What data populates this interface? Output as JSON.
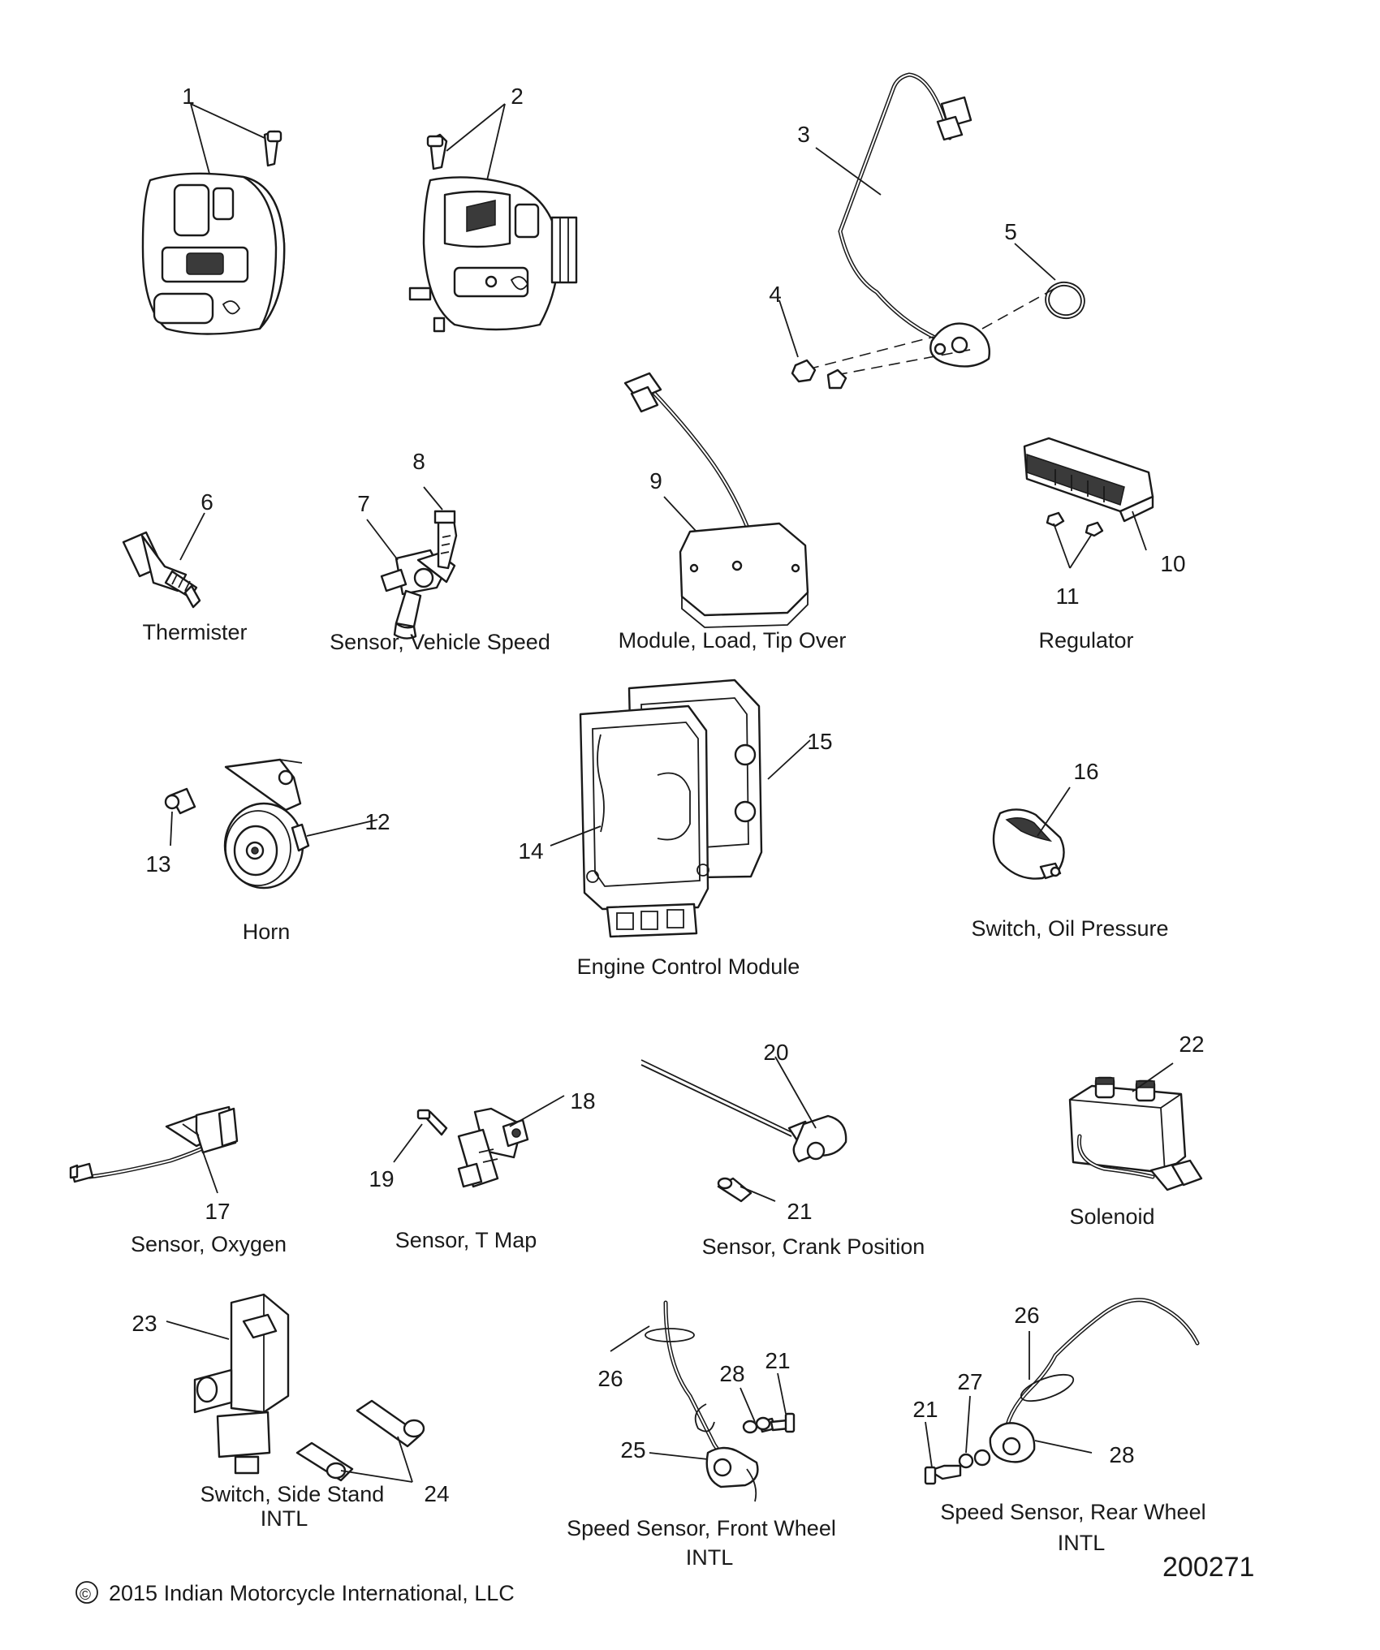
{
  "callouts": [
    "1",
    "2",
    "3",
    "4",
    "5",
    "6",
    "7",
    "8",
    "9",
    "10",
    "11",
    "12",
    "13",
    "14",
    "15",
    "16",
    "17",
    "18",
    "19",
    "20",
    "21",
    "22",
    "23",
    "24",
    "25",
    "26",
    "27",
    "28"
  ],
  "captions": {
    "thermister": "Thermister",
    "vehicle_speed": "Sensor, Vehicle Speed",
    "tip_over": "Module, Load, Tip Over",
    "regulator": "Regulator",
    "horn": "Horn",
    "ecm": "Engine Control Module",
    "oil_pressure": "Switch, Oil Pressure",
    "oxygen": "Sensor, Oxygen",
    "t_map": "Sensor, T Map",
    "crank": "Sensor, Crank Position",
    "solenoid": "Solenoid",
    "side_stand": "Switch, Side Stand",
    "side_stand_sub": "INTL",
    "front_wheel": "Speed Sensor, Front Wheel",
    "front_wheel_sub": "INTL",
    "rear_wheel": "Speed Sensor, Rear Wheel",
    "rear_wheel_sub": "INTL"
  },
  "footer": {
    "copyright_symbol": "©",
    "copyright": "2015 Indian Motorcycle International, LLC",
    "diagram_code": "200271"
  }
}
